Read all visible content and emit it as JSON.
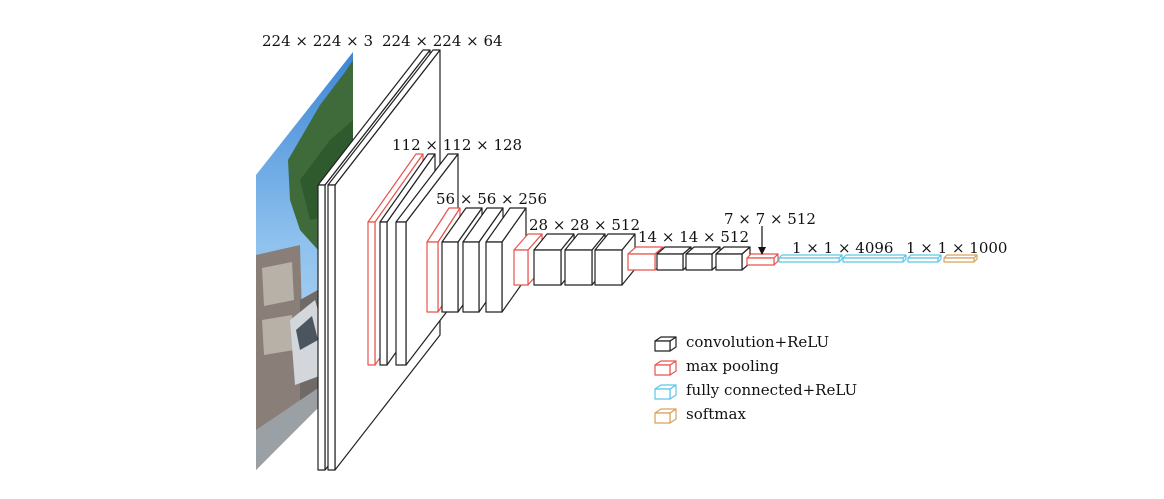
{
  "colors": {
    "convolution": "#222222",
    "max_pooling": "#e8544e",
    "fully_connected": "#5cc6e8",
    "softmax": "#d9a15a"
  },
  "labels": {
    "input": "224 × 224 × 3",
    "conv1": "224 × 224 × 64",
    "conv2": "112 × 112 × 128",
    "conv3": "56 × 56 × 256",
    "conv4": "28 × 28 × 512",
    "conv5": "14 × 14 × 512",
    "pool5": "7 × 7 × 512",
    "fc": "1 × 1 × 4096",
    "softmax": "1 × 1 × 1000"
  },
  "legend": [
    {
      "kind": "convolution",
      "label": "convolution+ReLU"
    },
    {
      "kind": "max_pooling",
      "label": "max pooling"
    },
    {
      "kind": "fully_connected",
      "label": "fully connected+ReLU"
    },
    {
      "kind": "softmax",
      "label": "softmax"
    }
  ]
}
